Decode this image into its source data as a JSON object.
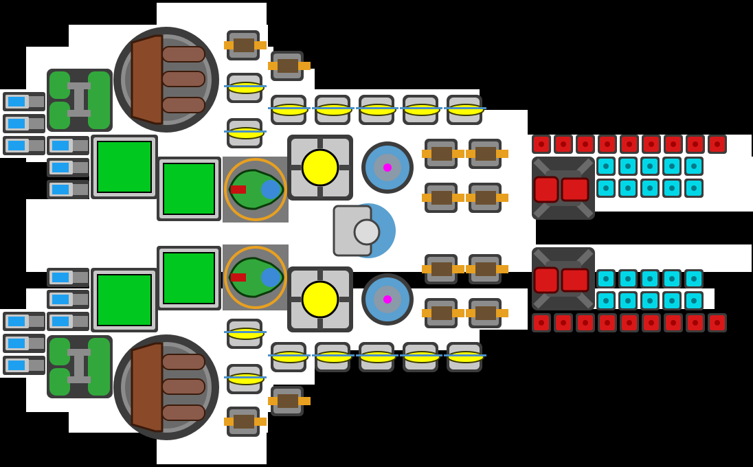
{
  "view": {
    "background": "#000000",
    "hull_color": "#ffffff"
  },
  "palette": {
    "metal_dark": "#3c3c3c",
    "metal_mid": "#8c8c8c",
    "metal_light": "#c8c8c8",
    "blue_trim": "#4a90c8",
    "yellow": "#ffff00",
    "gold": "#e8a020",
    "green_block": "#00c81e",
    "green_tank": "#32a83c",
    "brown_tank": "#8a4a2a",
    "pipe": "#8a5a4a",
    "cyan": "#00d8e8",
    "red_cell": "#d81818",
    "red_dark": "#a00000",
    "magenta": "#ff00ff",
    "light_blue": "#5aa0d0",
    "thruster_blue": "#1ea0f0"
  },
  "modules": {
    "thruster": "small-thruster",
    "green_tank": "green-fuel-tank",
    "brown_tank": "brown-fuel-tank",
    "green_block": "green-cargo-block",
    "cockpit": "green-cockpit",
    "reactor": "yellow-reactor-core",
    "engine": "ion-engine",
    "gun": "bronze-cannon",
    "missile": "yellow-missile-pod",
    "shield": "shield-generator",
    "battery": "red-battery-cell",
    "crystal": "cyan-crystal-cell",
    "turret": "red-turret"
  }
}
